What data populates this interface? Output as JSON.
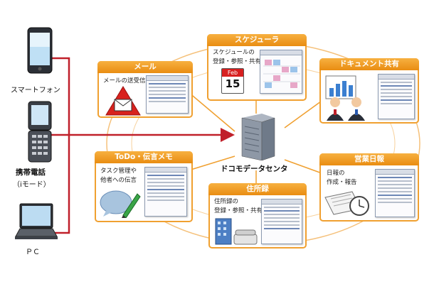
{
  "devices": [
    {
      "label": "スマートフォン",
      "icon": "smartphone-icon"
    },
    {
      "label": "携帯電話",
      "sublabel": "（iモード）",
      "icon": "feature-phone-icon"
    },
    {
      "label": "ＰＣ",
      "icon": "laptop-icon"
    }
  ],
  "center": {
    "label": "ドコモデータセンタ",
    "icon": "server-icon"
  },
  "panels": {
    "mail": {
      "title": "メール",
      "caption": [
        "メールの送受信"
      ],
      "icon": "envelope-alert-icon"
    },
    "scheduler": {
      "title": "スケジューラ",
      "caption": [
        "スケジュールの",
        "登録・参照・共有"
      ],
      "icon": "calendar-icon",
      "calendar_month": "Feb",
      "calendar_day": "15"
    },
    "document": {
      "title": "ドキュメント共有",
      "caption": [],
      "icon": "business-people-icon"
    },
    "todo": {
      "title": "ToDo・伝言メモ",
      "caption": [
        "タスク管理や",
        "他者への伝言"
      ],
      "icon": "memo-pencil-icon"
    },
    "address": {
      "title": "住所録",
      "caption": [
        "住所録の",
        "登録・参照・共有"
      ],
      "icon": "office-building-phone-icon"
    },
    "report": {
      "title": "営業日報",
      "caption": [
        "日報の",
        "作成・報告"
      ],
      "icon": "clock-report-icon"
    }
  },
  "colors": {
    "device_line": "#c0202a",
    "orbit": "#f0a030",
    "panel_border": "#f0a030",
    "panel_title": "#ee9520",
    "server": "#7d8a9c"
  }
}
